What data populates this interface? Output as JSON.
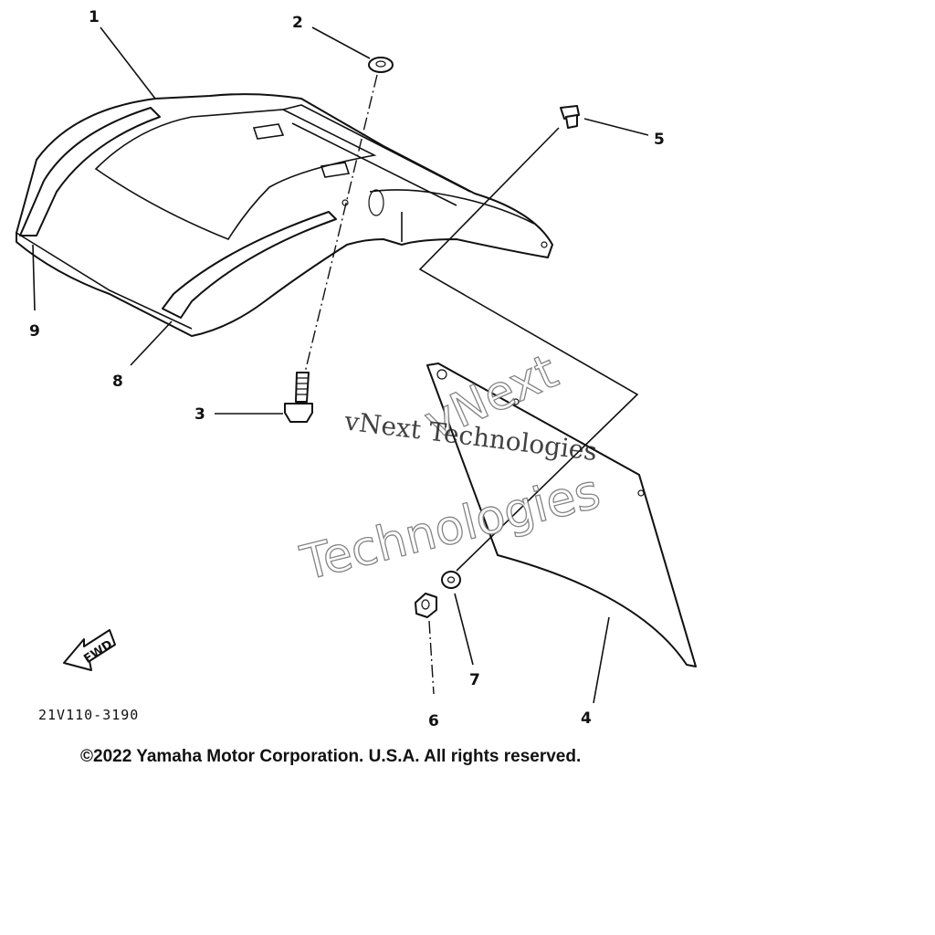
{
  "diagram": {
    "callouts": [
      {
        "num": "1"
      },
      {
        "num": "2"
      },
      {
        "num": "3"
      },
      {
        "num": "4"
      },
      {
        "num": "5"
      },
      {
        "num": "6"
      },
      {
        "num": "7"
      },
      {
        "num": "8"
      },
      {
        "num": "9"
      }
    ],
    "direction_label": "FWD",
    "diagram_code": "21V110-3190",
    "copyright": "©2022 Yamaha Motor Corporation. U.S.A. All rights reserved.",
    "watermark": {
      "serif_text": "vNext Technologies",
      "outline_line1": "vNext",
      "outline_line2": "Technologies"
    }
  }
}
